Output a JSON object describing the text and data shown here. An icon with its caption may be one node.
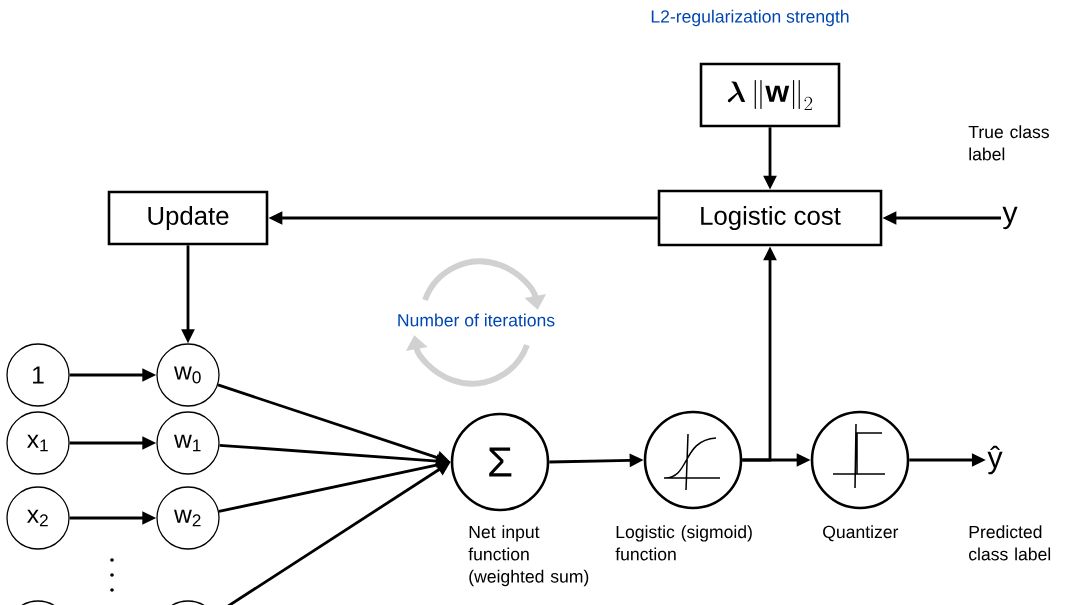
{
  "diagram": {
    "nodes": [
      {
        "text": [
          "1"
        ]
      },
      {
        "text": [
          "w$_{0}$"
        ]
      },
      {
        "text": [
          "x$_{1}$"
        ]
      },
      {
        "text": [
          "w$_{1}$"
        ]
      },
      {
        "text": [
          "x$_{2}$"
        ]
      },
      {
        "text": [
          "w$_{2}$"
        ]
      },
      {
        "text": [],
        "shape": "circle"
      },
      {
        "text": [],
        "shape": "circle"
      },
      {
        "text": [
          "Σ"
        ],
        "beside": [
          "Net input function (weighted sum)"
        ]
      },
      {
        "text": [],
        "shape": "circle",
        "beside": [
          "Logistic (sigmoid) function"
        ]
      },
      {
        "text": [],
        "shape": "circle",
        "beside": [
          "Quantizer"
        ]
      },
      {
        "text": [
          "ŷ"
        ],
        "beside": [
          "Predicted class label"
        ]
      },
      {
        "text": [
          "Update"
        ]
      },
      {
        "text": [
          "Logistic cost"
        ]
      },
      {
        "text": [
          "\\boldsymbol{\\lambda}\\left\\|\\mathbf{w}\\right\\|_{2}"
        ],
        "beside": [
          "L2-regularization strength"
        ]
      },
      {
        "text": [
          "y"
        ],
        "beside": [
          "True class label"
        ]
      }
    ],
    "edges": [
      {
        "from": 0,
        "to": 1,
        "arrow": "to"
      },
      {
        "from": 2,
        "to": 3,
        "arrow": "to"
      },
      {
        "from": 4,
        "to": 5,
        "arrow": "to"
      },
      {
        "from": 1,
        "to": 8,
        "arrow": "to"
      },
      {
        "from": 3,
        "to": 8,
        "arrow": "to"
      },
      {
        "from": 5,
        "to": 8,
        "arrow": "to"
      },
      {
        "from": 7,
        "to": 8,
        "arrow": "to"
      },
      {
        "from": 8,
        "to": 9,
        "arrow": "to"
      },
      {
        "from": 9,
        "to": 10,
        "arrow": "to"
      },
      {
        "from": 10,
        "to": 11,
        "arrow": "to"
      },
      {
        "from": 9,
        "to": 13,
        "arrow": "to"
      },
      {
        "from": 14,
        "to": 13,
        "arrow": "to"
      },
      {
        "from": 15,
        "to": 13,
        "arrow": "to"
      },
      {
        "from": 13,
        "to": 12,
        "arrow": "to"
      },
      {
        "from": 12,
        "to": 1,
        "arrow": "to"
      }
    ],
    "labels": [
      "Number of iterations"
    ]
  }
}
